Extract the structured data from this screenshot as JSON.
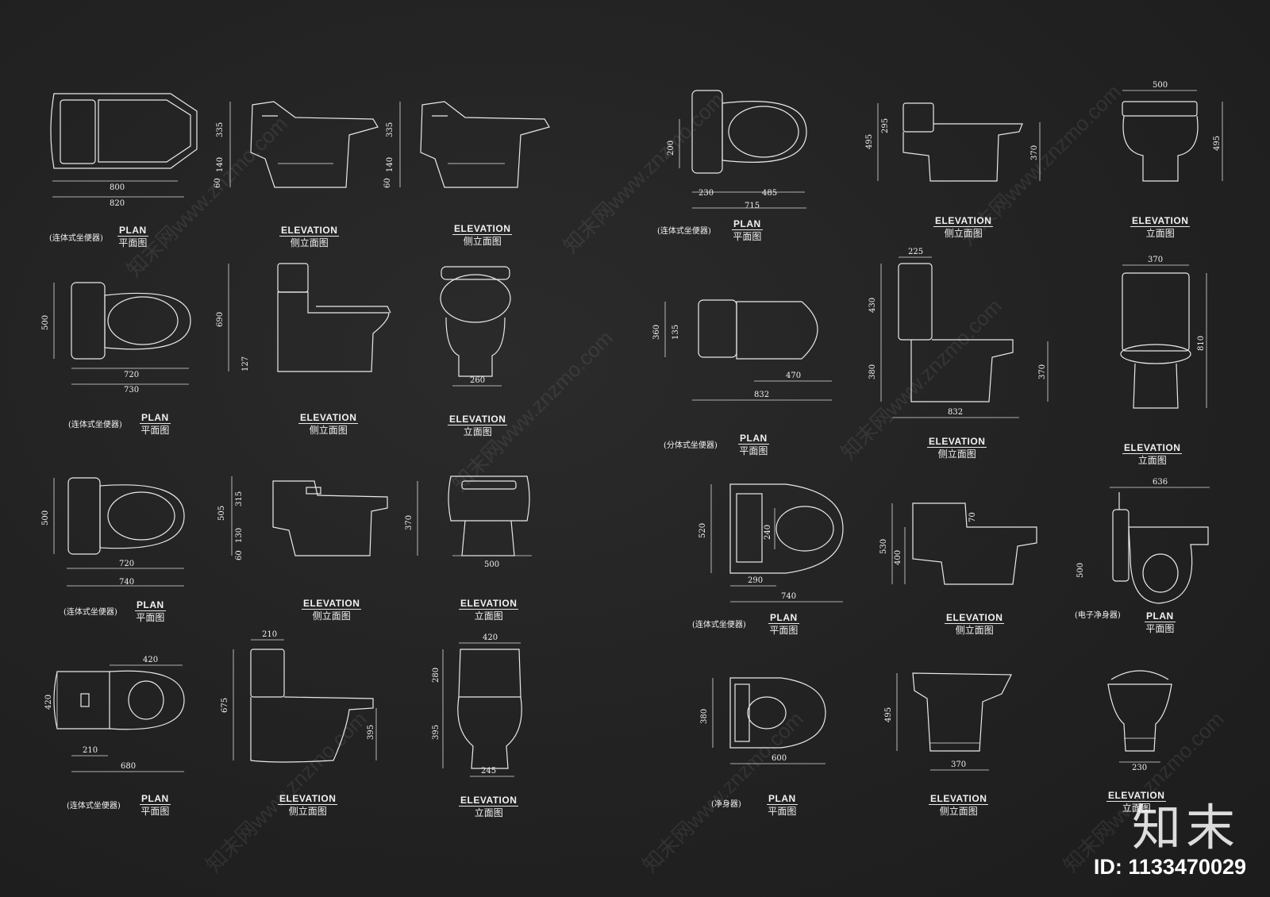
{
  "captions": {
    "plan": {
      "en": "PLAN",
      "zh": "平面图"
    },
    "elevation_side": {
      "en": "ELEVATION",
      "zh": "侧立面图"
    },
    "elevation_front": {
      "en": "ELEVATION",
      "zh": "立面图"
    }
  },
  "types": {
    "one_piece": "(连体式坐便器)",
    "two_piece": "(分体式坐便器)",
    "electronic": "(电子净身器)",
    "bidet": "(净身器)"
  },
  "dimensions": {
    "r1": [
      "800",
      "820",
      "335",
      "140",
      "60",
      "335",
      "140",
      "60"
    ],
    "r2": [
      "500",
      "720",
      "730",
      "690",
      "127",
      "260"
    ],
    "r3": [
      "500",
      "720",
      "740",
      "505",
      "315",
      "130",
      "60",
      "370",
      "500"
    ],
    "r4": [
      "420",
      "420",
      "210",
      "680",
      "210",
      "675",
      "395",
      "420",
      "280",
      "395",
      "245"
    ],
    "c1": [
      "200",
      "230",
      "485",
      "715",
      "500",
      "495",
      "295",
      "370",
      "495"
    ],
    "c2": [
      "360",
      "135",
      "470",
      "832",
      "225",
      "430",
      "380",
      "832",
      "370",
      "370",
      "810"
    ],
    "c3": [
      "520",
      "240",
      "290",
      "740",
      "70",
      "530",
      "400",
      "636",
      "500"
    ],
    "c4": [
      "380",
      "600",
      "495",
      "370",
      "230"
    ]
  },
  "watermark": {
    "text": "知末网www.znzmo.com"
  },
  "brand": {
    "logo": "知末",
    "id": "ID: 1133470029"
  }
}
